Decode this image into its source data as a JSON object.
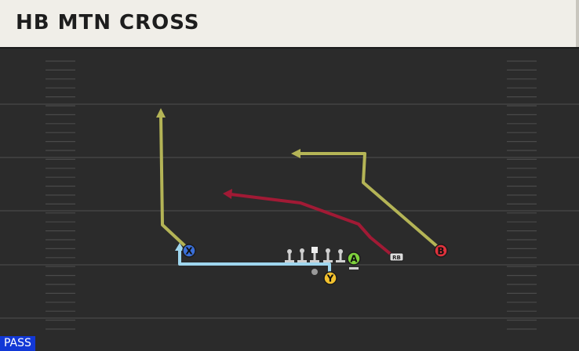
{
  "play": {
    "title": "HB MTN CROSS",
    "type_badge": "PASS"
  },
  "players": [
    {
      "id": "receiver-x",
      "label": "X",
      "color": "#3a6fd8"
    },
    {
      "id": "receiver-y",
      "label": "Y",
      "color": "#f2c12e"
    },
    {
      "id": "receiver-a",
      "label": "A",
      "color": "#7ed13c"
    },
    {
      "id": "receiver-b",
      "label": "B",
      "color": "#e0323c"
    },
    {
      "id": "running-back",
      "label": "RB",
      "color": "#dddddd"
    }
  ],
  "colors": {
    "field": "#2b2b2b",
    "yard_line": "#3f3f3f",
    "hash": "#4a4a4a",
    "route_yellow": "#b4b456",
    "route_red": "#a11a35",
    "route_motion": "#9fd6ee",
    "lineman": "#d0d0d0",
    "badge_bg": "#1238d6"
  }
}
